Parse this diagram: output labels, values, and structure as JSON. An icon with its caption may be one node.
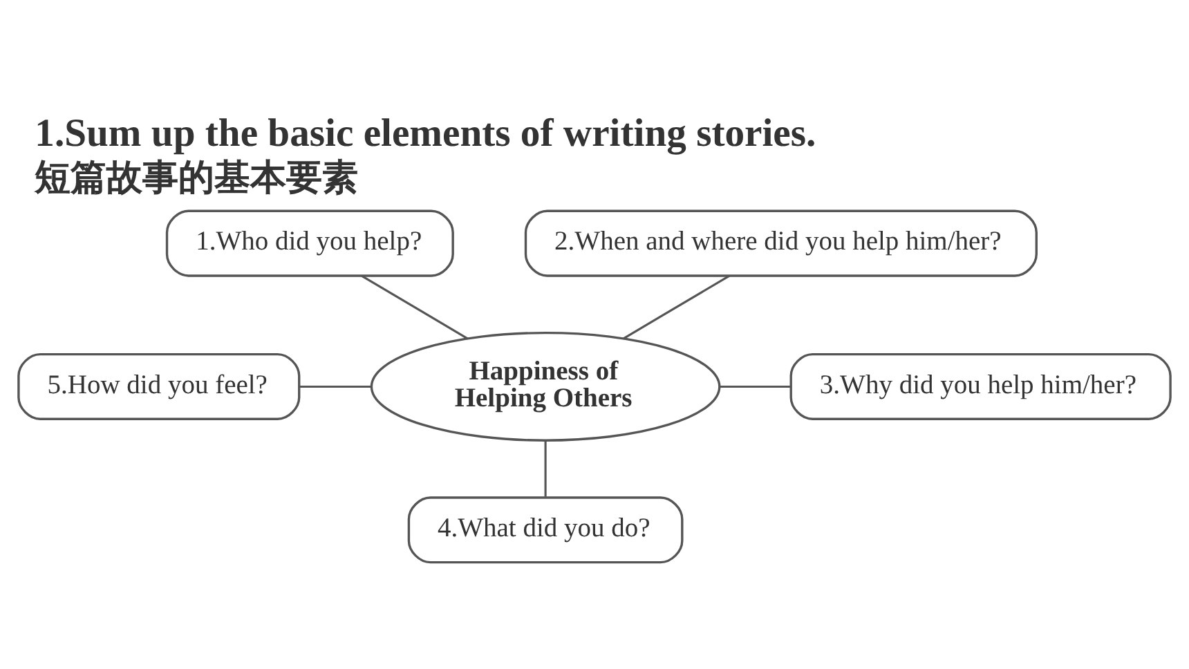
{
  "diagram": {
    "title": "1.Sum up the basic elements of writing stories.",
    "caption": "短篇故事的基本要素",
    "nodes": [
      {
        "text": [
          "1.Who did you help?"
        ]
      },
      {
        "text": [
          "2.When and where did you help him/her?"
        ]
      },
      {
        "text": [
          "5.How did you feel?"
        ]
      },
      {
        "text": [
          "Happiness of Helping Others"
        ]
      },
      {
        "text": [
          "3.Why did you help him/her?"
        ]
      },
      {
        "text": [
          "4.What did you do?"
        ]
      }
    ],
    "edges": [
      {
        "from": 0,
        "to": 3,
        "arrow": "none"
      },
      {
        "from": 1,
        "to": 3,
        "arrow": "none"
      },
      {
        "from": 2,
        "to": 3,
        "arrow": "none"
      },
      {
        "from": 3,
        "to": 4,
        "arrow": "none"
      },
      {
        "from": 3,
        "to": 5,
        "arrow": "none"
      }
    ]
  }
}
